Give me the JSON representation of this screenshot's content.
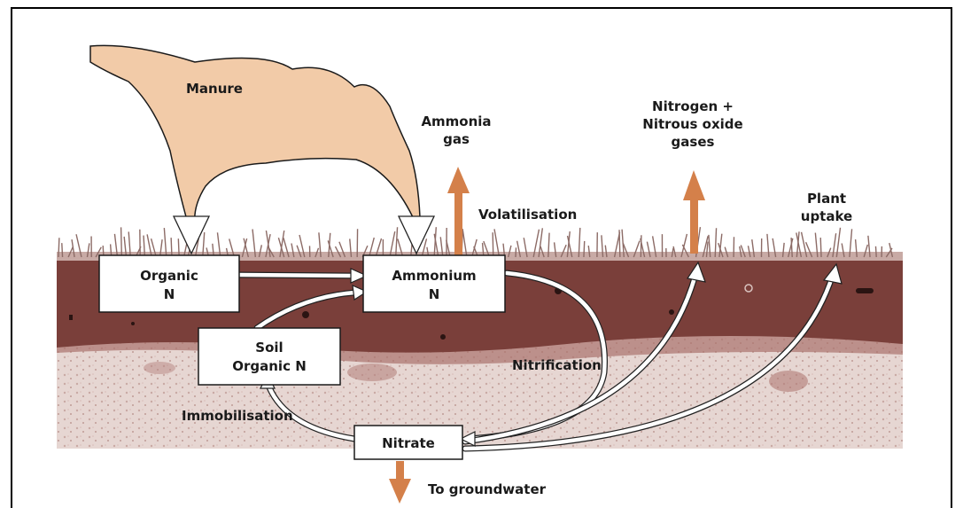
{
  "labels": {
    "manure": "Manure",
    "ammonia_gas": [
      "Ammonia",
      "gas"
    ],
    "nitrogen_gases": [
      "Nitrogen +",
      "Nitrous oxide",
      "gases"
    ],
    "plant_uptake": [
      "Plant",
      "uptake"
    ],
    "volatilisation": "Volatilisation",
    "nitrification": "Nitrification",
    "immobilisation": "Immobilisation",
    "to_groundwater": "To groundwater"
  },
  "boxes": {
    "organic_n": [
      "Organic",
      "N"
    ],
    "ammonium_n": [
      "Ammonium",
      "N"
    ],
    "soil_organic_n": [
      "Soil",
      "Organic N"
    ],
    "nitrate": "Nitrate"
  },
  "colors": {
    "manure_fill": "#f2cba8",
    "topsoil": "#7a3f3a",
    "subsoil": "#e8d8d4",
    "orange_arrow": "#d4804a",
    "grass": "#8c6b66"
  }
}
